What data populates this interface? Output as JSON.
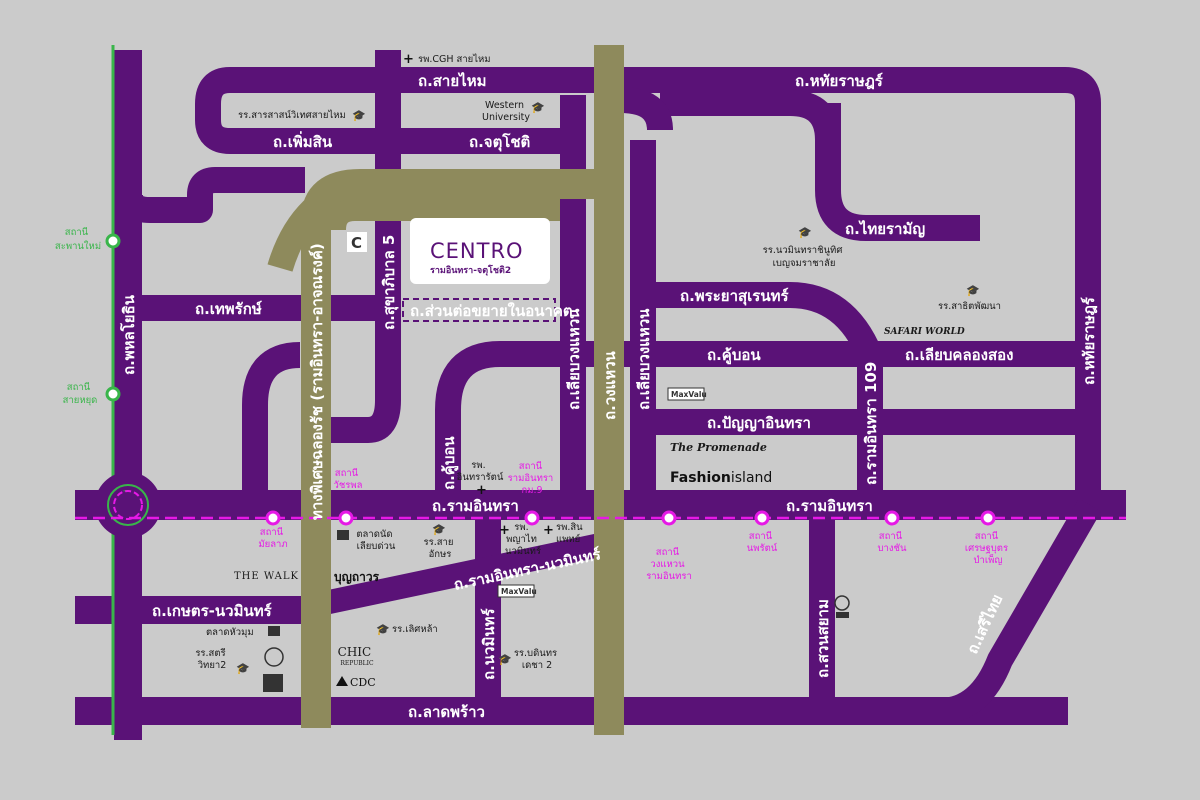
{
  "colors": {
    "background": "#cbcbcb",
    "road": "#5a1277",
    "expressway": "#8e8a5c",
    "pink_line": "#e619e6",
    "green_line": "#39b54a",
    "centro_text": "#5a1277"
  },
  "roads": {
    "sai_mai": "ถ.สายไหม",
    "hathai": "ถ.หทัยราษฎร์",
    "hathai_east": "ถ.หทัยราษฎร์",
    "phoem_sin": "ถ.เพิ่มสิน",
    "chatuchot": "ถ.จตุโชติ",
    "thai_raman": "ถ.ไทยรามัญ",
    "thep_rak": "ถ.เทพรักษ์",
    "extension": "ถ.ส่วนต่อขยายในอนาคต",
    "phraya_suren": "ถ.พระยาสุเรนทร์",
    "khu_bon": "ถ.คู้บอน",
    "khu_bon_v": "ถ.คู้บอน",
    "liap_khlong": "ถ.เลียบคลองสอง",
    "panya_inthra": "ถ.ปัญญาอินทรา",
    "ram_inthra_w": "ถ.รามอินทรา",
    "ram_inthra_e": "ถ.รามอินทรา",
    "ram_inthra_nawamin": "ถ.รามอินทรา-นวมินทร์",
    "kaset_nawamin": "ถ.เกษตร-นวมินทร์",
    "lat_phrao": "ถ.ลาดพร้าว",
    "phahon": "ถ.พหลโยธิน",
    "sukhaphiban5": "ถ.สุขาภิบาล 5",
    "expressway": "ทางพิเศษฉลองรัช (รามอินทรา-อาจณรงค์)",
    "ring_w": "ถ.เลียบวงแหวน",
    "ring": "ถ.วงแหวน",
    "ring_e": "ถ.เลียบวงแหวน",
    "ram_inthra_109": "ถ.รามอินทรา 109",
    "nawamin": "ถ.นวมินทร์",
    "suan_siam": "ถ.สวนสยาม",
    "seri_thai": "ถ.เสรีไทย"
  },
  "centro": {
    "logo": "CENTRO",
    "subtitle": "รามอินทรา-จตุโชติ2"
  },
  "stations": {
    "saphan_mai": [
      "สถานี",
      "สะพานใหม่"
    ],
    "sai_yut": [
      "สถานี",
      "สายหยุด"
    ],
    "watcharaphon": [
      "สถานี",
      "วัชรพล"
    ],
    "ram_km9": [
      "สถานี",
      "รามอินทรา",
      "กม.9"
    ],
    "mai_lap": [
      "สถานี",
      "มัยลาภ"
    ],
    "wong_waen": [
      "สถานี",
      "วงแหวน",
      "รามอินทรา"
    ],
    "noppharat": [
      "สถานี",
      "นพรัตน์"
    ],
    "bang_chan": [
      "สถานี",
      "บางชัน"
    ],
    "setthabut": [
      "สถานี",
      "เศรษฐบุตร",
      "บำเพ็ญ"
    ]
  },
  "pois": {
    "cgh": "รพ.CGH สายไหม",
    "western": [
      "Western",
      "University"
    ],
    "sarasas": "รร.สารสาสน์วิเทศสายไหม",
    "nawamin_school": [
      "รร.นวมินทราชินูทิศ",
      "เบญจมราชาลัย"
    ],
    "satit_phatthana": "รร.สาธิตพัฒนา",
    "safari": "SAFARI WORLD",
    "maxvalu1": "MaxValu",
    "maxvalu2": "MaxValu",
    "promenade": "The Promenade",
    "fashion_bold": "Fashion",
    "fashion_light": "island",
    "inthrarat": [
      "รพ.",
      "อินทรารัตน์"
    ],
    "phyathai": [
      "รพ.",
      "พญาไท",
      "นวมินทร์"
    ],
    "sinphaet": [
      "รพ.สิน",
      "แพทย์"
    ],
    "sai_aksorn": [
      "รร.สาย",
      "อักษร"
    ],
    "liap_duan": [
      "ตลาดนัด",
      "เลียบด่วน"
    ],
    "the_walk": "THE WALK",
    "bunthavorn": "บุญถาวร",
    "loet_la": "รร.เลิศหล้า",
    "hua_mum": "ตลาดหัวมุม",
    "satri": [
      "รร.สตรี",
      "วิทยา2"
    ],
    "chic": [
      "CHIC",
      "REPUBLIC"
    ],
    "cdc": "CDC",
    "det_2": [
      "รร.บดินทร",
      "เดชา 2"
    ]
  }
}
